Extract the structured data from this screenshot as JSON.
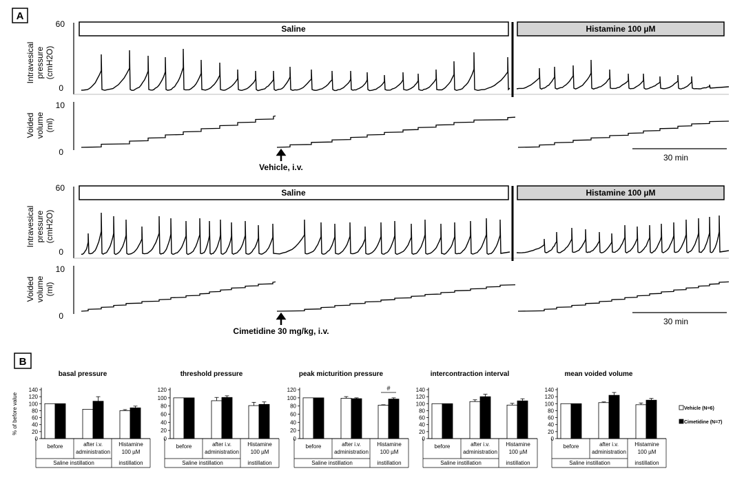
{
  "panel_a": {
    "label": "A",
    "sections": [
      {
        "pressure": {
          "ylabel_lines": [
            "Intravesical",
            "pressure",
            "(cmH2O)"
          ],
          "ymax_label": "60",
          "ymin_label": "0",
          "saline_label": "Saline",
          "histamine_label": "Histamine 100 µM"
        },
        "volume": {
          "ylabel_lines": [
            "Voided",
            "volume",
            "(ml)"
          ],
          "ymax_label": "10",
          "ymin_label": "0"
        },
        "arrow_label": "Vehicle, i.v.",
        "scale_label": "30 min"
      },
      {
        "pressure": {
          "ylabel_lines": [
            "Intravesical",
            "pressure",
            "(cmH2O)"
          ],
          "ymax_label": "60",
          "ymin_label": "0",
          "saline_label": "Saline",
          "histamine_label": "Histamine 100 µM"
        },
        "volume": {
          "ylabel_lines": [
            "Voided",
            "volume",
            "(ml)"
          ],
          "ymax_label": "10",
          "ymin_label": "0"
        },
        "arrow_label": "Cimetidine 30 mg/kg, i.v.",
        "scale_label": "30 min"
      }
    ]
  },
  "panel_b": {
    "label": "B",
    "ylabel": "% of before value",
    "yticks": [
      "140",
      "120",
      "100",
      "80",
      "60",
      "40",
      "20",
      "0"
    ],
    "group_labels": [
      "before",
      "after i.v. administration",
      "Histamine 100 µM"
    ],
    "condition_labels": [
      "Saline instillation",
      "instillation"
    ],
    "legend": [
      "Vehicle (N=6)",
      "Cimetidine (N=7)"
    ],
    "significance_mark": "#"
  },
  "chart_data": [
    {
      "type": "bar",
      "title": "basal pressure",
      "ylabel": "% of before value",
      "ylim": [
        0,
        140
      ],
      "categories": [
        "before",
        "after i.v. administration",
        "Histamine 100 µM"
      ],
      "series": [
        {
          "name": "Vehicle (N=6)",
          "values": [
            100,
            84,
            80
          ],
          "errors": [
            0,
            0,
            3
          ]
        },
        {
          "name": "Cimetidine (N=7)",
          "values": [
            100,
            107,
            88
          ],
          "errors": [
            0,
            13,
            5
          ]
        }
      ],
      "colors": [
        "#ffffff",
        "#000000"
      ]
    },
    {
      "type": "bar",
      "title": "threshold pressure",
      "ylabel": "% of before value",
      "ylim": [
        0,
        120
      ],
      "categories": [
        "before",
        "after i.v. administration",
        "Histamine 100 µM"
      ],
      "series": [
        {
          "name": "Vehicle (N=6)",
          "values": [
            100,
            93,
            81
          ],
          "errors": [
            0,
            8,
            8
          ]
        },
        {
          "name": "Cimetidine (N=7)",
          "values": [
            100,
            101,
            84
          ],
          "errors": [
            0,
            4,
            6
          ]
        }
      ],
      "colors": [
        "#ffffff",
        "#000000"
      ]
    },
    {
      "type": "bar",
      "title": "peak micturition pressure",
      "ylabel": "% of before value",
      "ylim": [
        0,
        120
      ],
      "categories": [
        "before",
        "after i.v. administration",
        "Histamine 100 µM"
      ],
      "series": [
        {
          "name": "Vehicle (N=6)",
          "values": [
            100,
            99,
            82
          ],
          "errors": [
            0,
            4,
            1
          ]
        },
        {
          "name": "Cimetidine (N=7)",
          "values": [
            100,
            98,
            97
          ],
          "errors": [
            0,
            2,
            3
          ]
        }
      ],
      "significance": [
        {
          "category": "Histamine 100 µM",
          "mark": "#"
        }
      ],
      "colors": [
        "#ffffff",
        "#000000"
      ]
    },
    {
      "type": "bar",
      "title": "intercontraction interval",
      "ylabel": "% of before value",
      "ylim": [
        0,
        140
      ],
      "categories": [
        "before",
        "after i.v. administration",
        "Histamine 100 µM"
      ],
      "series": [
        {
          "name": "Vehicle (N=6)",
          "values": [
            100,
            106,
            96
          ],
          "errors": [
            0,
            5,
            5
          ]
        },
        {
          "name": "Cimetidine (N=7)",
          "values": [
            100,
            120,
            108
          ],
          "errors": [
            0,
            7,
            6
          ]
        }
      ],
      "colors": [
        "#ffffff",
        "#000000"
      ]
    },
    {
      "type": "bar",
      "title": "mean voided volume",
      "ylabel": "% of before value",
      "ylim": [
        0,
        140
      ],
      "categories": [
        "before",
        "after i.v. administration",
        "Histamine 100 µM"
      ],
      "series": [
        {
          "name": "Vehicle (N=6)",
          "values": [
            100,
            103,
            97
          ],
          "errors": [
            0,
            2,
            5
          ]
        },
        {
          "name": "Cimetidine (N=7)",
          "values": [
            100,
            124,
            110
          ],
          "errors": [
            0,
            8,
            5
          ]
        }
      ],
      "colors": [
        "#ffffff",
        "#000000"
      ]
    }
  ]
}
